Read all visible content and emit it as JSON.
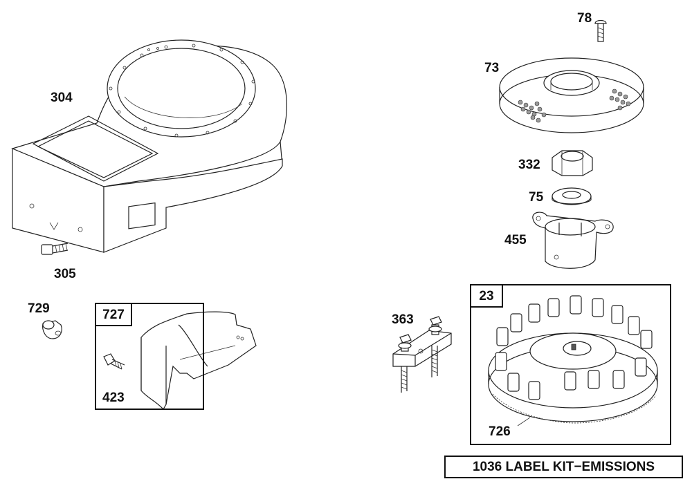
{
  "parts": [
    {
      "key": "p304",
      "label": "304",
      "name": "blower-housing"
    },
    {
      "key": "p305",
      "label": "305",
      "name": "housing-screw"
    },
    {
      "key": "p729",
      "label": "729",
      "name": "grommet"
    },
    {
      "key": "p727",
      "label": "727",
      "name": "air-guide-kit"
    },
    {
      "key": "p423",
      "label": "423",
      "name": "air-guide-screw"
    },
    {
      "key": "p78",
      "label": "78",
      "name": "rotating-screen-screw"
    },
    {
      "key": "p73",
      "label": "73",
      "name": "rotating-screen"
    },
    {
      "key": "p332",
      "label": "332",
      "name": "flywheel-nut"
    },
    {
      "key": "p75",
      "label": "75",
      "name": "belleville-washer"
    },
    {
      "key": "p455",
      "label": "455",
      "name": "starter-clutch"
    },
    {
      "key": "p363",
      "label": "363",
      "name": "spark-plug-ground-bracket"
    },
    {
      "key": "p23",
      "label": "23",
      "name": "flywheel-kit"
    },
    {
      "key": "p726",
      "label": "726",
      "name": "ring-gear"
    }
  ],
  "kits": {
    "k727": "727",
    "k23": "23"
  },
  "footer": {
    "label_kit": "1036 LABEL KIT−EMISSIONS"
  }
}
